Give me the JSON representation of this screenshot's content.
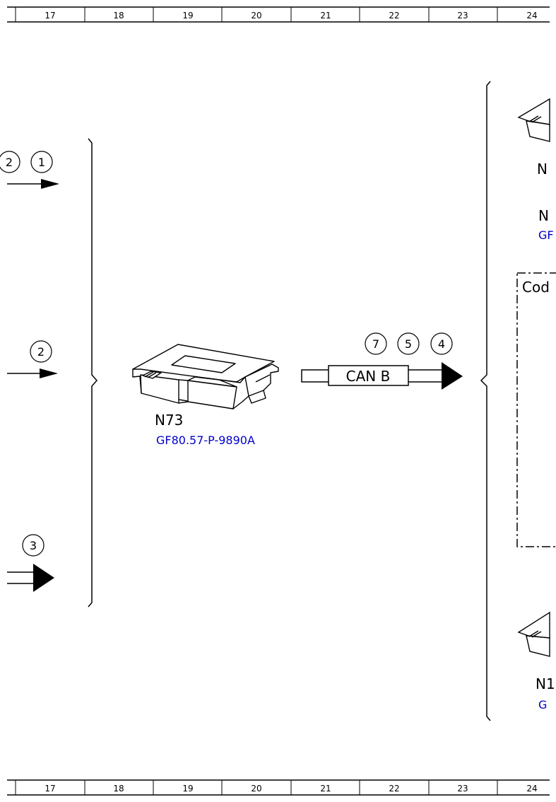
{
  "ruler": {
    "columns": [
      "17",
      "18",
      "19",
      "20",
      "21",
      "22",
      "23",
      "24"
    ]
  },
  "left_markers": {
    "top": [
      "2",
      "1"
    ],
    "middle": [
      "2"
    ],
    "bottom": [
      "3"
    ]
  },
  "component": {
    "label": "N73",
    "ref": "GF80.57-P-9890A"
  },
  "bus": {
    "label": "CAN B",
    "markers": [
      "7",
      "5",
      "4"
    ]
  },
  "right": {
    "label1": "N",
    "label2": "N",
    "ref2": "GF",
    "box_label": "Cod",
    "label3": "N1",
    "ref3": "G"
  }
}
